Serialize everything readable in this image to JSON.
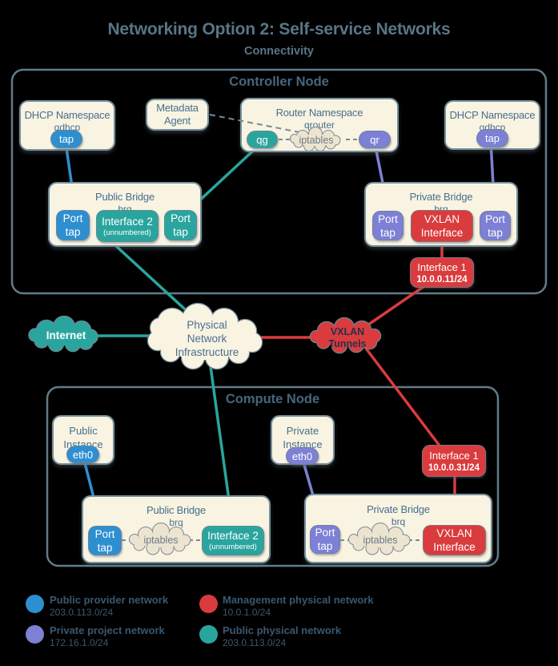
{
  "title": "Networking Option 2: Self-service Networks",
  "subtitle": "Connectivity",
  "colors": {
    "background": "#000000",
    "box_fill": "#f9f3e2",
    "box_border": "#74909d",
    "node_border": "#5f7c8a",
    "text": "#47708d",
    "blue": "#2e8fd0",
    "teal": "#2aa59e",
    "purple": "#7d80d4",
    "red": "#da3b3d"
  },
  "controller": {
    "label": "Controller Node",
    "dhcp_left": {
      "title": "DHCP Namespace",
      "subtitle": "qdhcp",
      "tap": "tap"
    },
    "metadata": {
      "l1": "Metadata",
      "l2": "Agent"
    },
    "router": {
      "title": "Router Namespace",
      "subtitle": "qrouter",
      "qg": "qg",
      "iptables": "iptables",
      "qr": "qr"
    },
    "dhcp_right": {
      "title": "DHCP Namespace",
      "subtitle": "qdhcp",
      "tap": "tap"
    },
    "public_bridge": {
      "title": "Public Bridge",
      "subtitle": "brq",
      "port_blue": {
        "l1": "Port",
        "l2": "tap"
      },
      "interface2": {
        "l1": "Interface 2",
        "l2": "(unnumbered)"
      },
      "port_teal": {
        "l1": "Port",
        "l2": "tap"
      }
    },
    "private_bridge": {
      "title": "Private Bridge",
      "subtitle": "brq",
      "port_left": {
        "l1": "Port",
        "l2": "tap"
      },
      "vxlan": {
        "l1": "VXLAN",
        "l2": "Interface"
      },
      "port_right": {
        "l1": "Port",
        "l2": "tap"
      }
    },
    "interface1": {
      "l1": "Interface 1",
      "l2": "10.0.0.11/24"
    }
  },
  "middle": {
    "internet": "Internet",
    "physical": {
      "l1": "Physical",
      "l2": "Network",
      "l3": "Infrastructure"
    },
    "vxlan_tunnels": {
      "l1": "VXLAN",
      "l2": "Tunnels"
    }
  },
  "compute": {
    "label": "Compute Node",
    "public_instance": {
      "l1": "Public",
      "l2": "Instance",
      "eth0": "eth0"
    },
    "private_instance": {
      "l1": "Private",
      "l2": "Instance",
      "eth0": "eth0"
    },
    "interface1": {
      "l1": "Interface 1",
      "l2": "10.0.0.31/24"
    },
    "public_bridge": {
      "title": "Public Bridge",
      "subtitle": "brq",
      "port": {
        "l1": "Port",
        "l2": "tap"
      },
      "iptables": "iptables",
      "interface2": {
        "l1": "Interface 2",
        "l2": "(unnumbered)"
      }
    },
    "private_bridge": {
      "title": "Private Bridge",
      "subtitle": "brq",
      "port": {
        "l1": "Port",
        "l2": "tap"
      },
      "iptables": "iptables",
      "vxlan": {
        "l1": "VXLAN",
        "l2": "Interface"
      }
    }
  },
  "legend": {
    "items": [
      {
        "color": "#2e8fd0",
        "label": "Public provider network",
        "subnet": "203.0.113.0/24"
      },
      {
        "color": "#da3b3d",
        "label": "Management physical network",
        "subnet": "10.0.1.0/24"
      },
      {
        "color": "#7d80d4",
        "label": "Private project network",
        "subnet": "172.16.1.0/24"
      },
      {
        "color": "#2aa59e",
        "label": "Public physical network",
        "subnet": "203.0.113.0/24"
      }
    ]
  }
}
